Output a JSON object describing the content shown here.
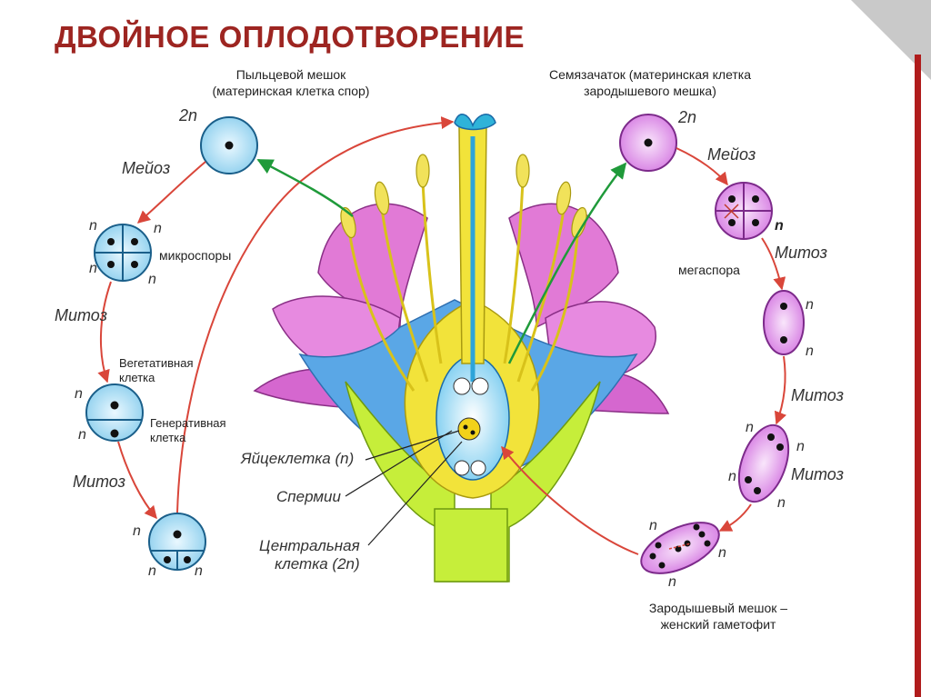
{
  "title": "ДВОЙНОЕ ОПЛОДОТВОРЕНИЕ",
  "captions": {
    "pollen_sac": [
      "Пыльцевой мешок",
      "(материнская клетка спор)"
    ],
    "ovule": [
      "Семязачаток (материнская клетка",
      "зародышевого мешка)"
    ],
    "embryo_sac": [
      "Зародышевый мешок –",
      "женский гаметофит"
    ]
  },
  "labels": {
    "microspores": "микроспоры",
    "megaspore": "мегаспора",
    "vegetative": [
      "Вегетативная",
      "клетка"
    ],
    "generative": [
      "Генеративная",
      "клетка"
    ],
    "egg_cell": "Яйцеклетка (n)",
    "sperm": "Спермии",
    "central_cell": [
      "Центральная",
      "клетка (2n)"
    ]
  },
  "process": {
    "meiosis": "Мейоз",
    "mitosis": "Митоз",
    "diploid": "2n",
    "haploid": "n"
  },
  "colors": {
    "title": "#9d2521",
    "male_cell": "#bfe6f6",
    "female_cell": "#e7a6ee",
    "arrow_red": "#d9463a",
    "arrow_green": "#1f9a3a",
    "petal": "#e17ad6",
    "stem": "#c6ee3a"
  }
}
